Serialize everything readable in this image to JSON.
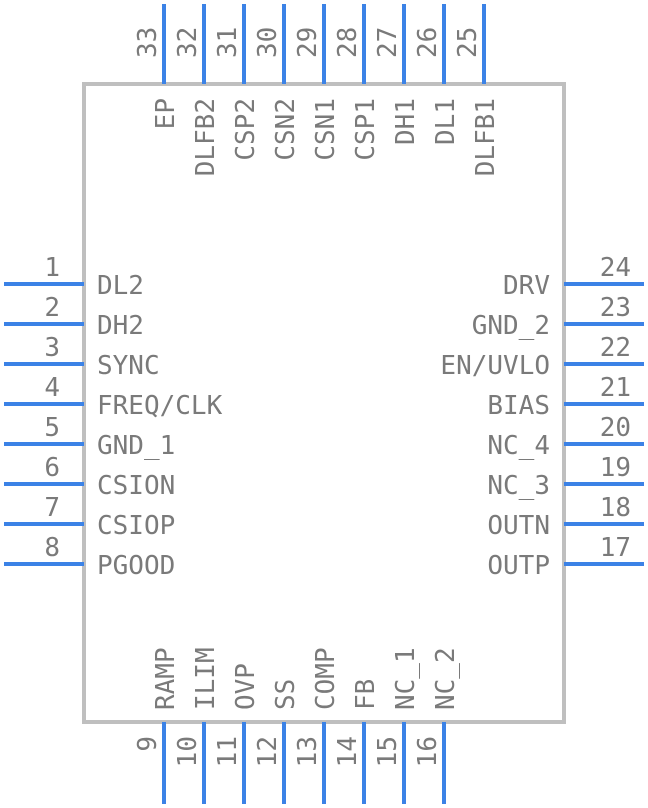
{
  "colors": {
    "body_outline": "#bfbfbf",
    "pin": "#3b82e6",
    "text": "#7a7a7a"
  },
  "pins": {
    "left": [
      {
        "num": "1",
        "name": "DL2"
      },
      {
        "num": "2",
        "name": "DH2"
      },
      {
        "num": "3",
        "name": "SYNC"
      },
      {
        "num": "4",
        "name": "FREQ/CLK"
      },
      {
        "num": "5",
        "name": "GND_1"
      },
      {
        "num": "6",
        "name": "CSION"
      },
      {
        "num": "7",
        "name": "CSIOP"
      },
      {
        "num": "8",
        "name": "PGOOD"
      }
    ],
    "bottom": [
      {
        "num": "9",
        "name": "RAMP"
      },
      {
        "num": "10",
        "name": "ILIM"
      },
      {
        "num": "11",
        "name": "OVP"
      },
      {
        "num": "12",
        "name": "SS"
      },
      {
        "num": "13",
        "name": "COMP"
      },
      {
        "num": "14",
        "name": "FB"
      },
      {
        "num": "15",
        "name": "NC_1"
      },
      {
        "num": "16",
        "name": "NC_2"
      }
    ],
    "right": [
      {
        "num": "17",
        "name": "OUTP"
      },
      {
        "num": "18",
        "name": "OUTN"
      },
      {
        "num": "19",
        "name": "NC_3"
      },
      {
        "num": "20",
        "name": "NC_4"
      },
      {
        "num": "21",
        "name": "BIAS"
      },
      {
        "num": "22",
        "name": "EN/UVLO"
      },
      {
        "num": "23",
        "name": "GND_2"
      },
      {
        "num": "24",
        "name": "DRV"
      }
    ],
    "top": [
      {
        "num": "25",
        "name": "DLFB1"
      },
      {
        "num": "26",
        "name": "DL1"
      },
      {
        "num": "27",
        "name": "DH1"
      },
      {
        "num": "28",
        "name": "CSP1"
      },
      {
        "num": "29",
        "name": "CSN1"
      },
      {
        "num": "30",
        "name": "CSN2"
      },
      {
        "num": "31",
        "name": "CSP2"
      },
      {
        "num": "32",
        "name": "DLFB2"
      },
      {
        "num": "33",
        "name": "EP"
      }
    ]
  }
}
